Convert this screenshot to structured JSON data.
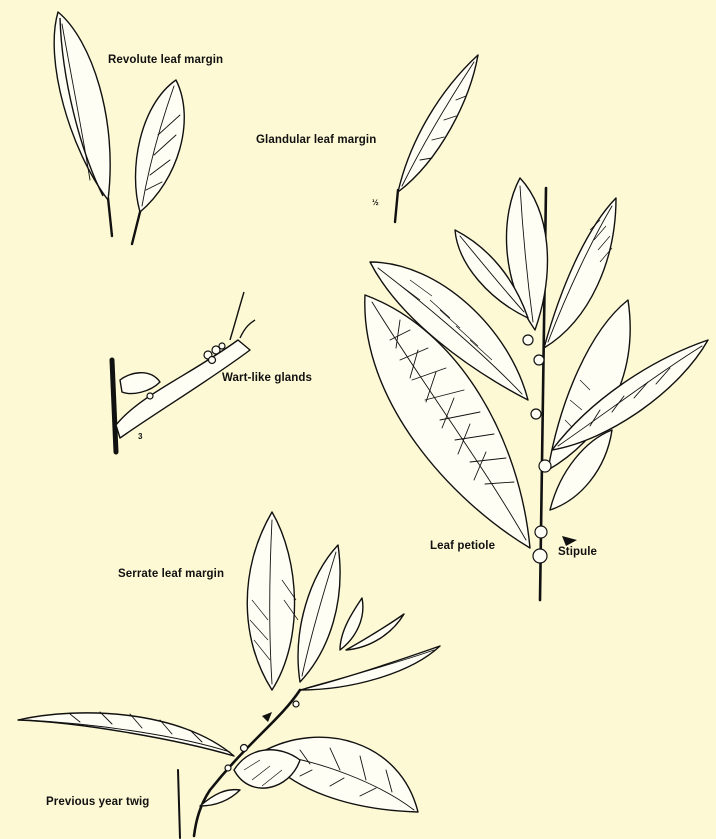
{
  "labels": {
    "revolute": "Revolute leaf margin",
    "glandular": "Glandular leaf margin",
    "scale_half": "½",
    "wart": "Wart-like glands",
    "scale_three": "3",
    "serrate": "Serrate leaf margin",
    "previous_twig": "Previous year twig",
    "petiole": "Leaf petiole",
    "stipule": "Stipule"
  },
  "colors": {
    "background": "#fdf9d4",
    "ink": "#111111"
  }
}
